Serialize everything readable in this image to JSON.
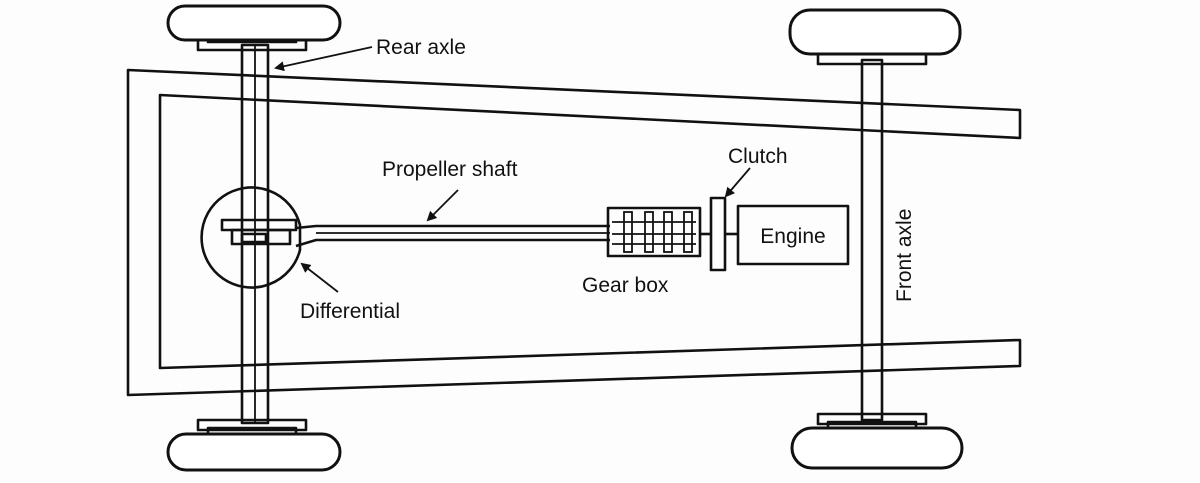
{
  "labels": {
    "rear_axle": "Rear axle",
    "front_axle": "Front axle",
    "propeller_shaft": "Propeller shaft",
    "clutch": "Clutch",
    "engine": "Engine",
    "gear_box": "Gear box",
    "differential": "Differential"
  }
}
